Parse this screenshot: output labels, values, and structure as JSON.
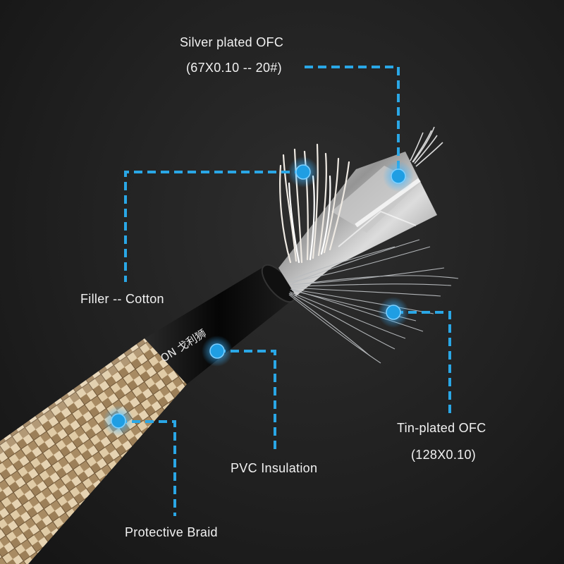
{
  "brand_mark": "ON 戈利狮",
  "colors": {
    "background": "#1c1c1c",
    "accent": "#2aa7e6",
    "label_text": "#f2f2f2",
    "braid": "#c9b08a",
    "jacket": "#0d0d0d"
  },
  "labels": {
    "silver_title": "Silver plated OFC",
    "silver_spec": "(67X0.10 -- 20#)",
    "filler": "Filler -- Cotton",
    "pvc": "PVC Insulation",
    "braid": "Protective Braid",
    "tin_title": "Tin-plated OFC",
    "tin_spec": "(128X0.10)"
  }
}
